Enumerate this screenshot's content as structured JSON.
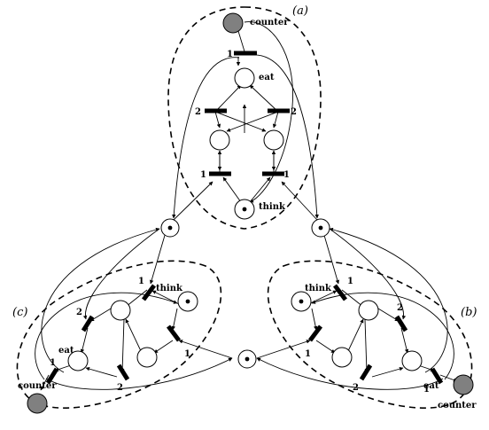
{
  "panels": {
    "a": "(a)",
    "b": "(b)",
    "c": "(c)"
  },
  "labels": {
    "counter": "counter",
    "eat": "eat",
    "think": "think",
    "one": "1",
    "two": "2"
  },
  "colors": {
    "counter_fill": "#808080",
    "stroke": "#000000"
  }
}
